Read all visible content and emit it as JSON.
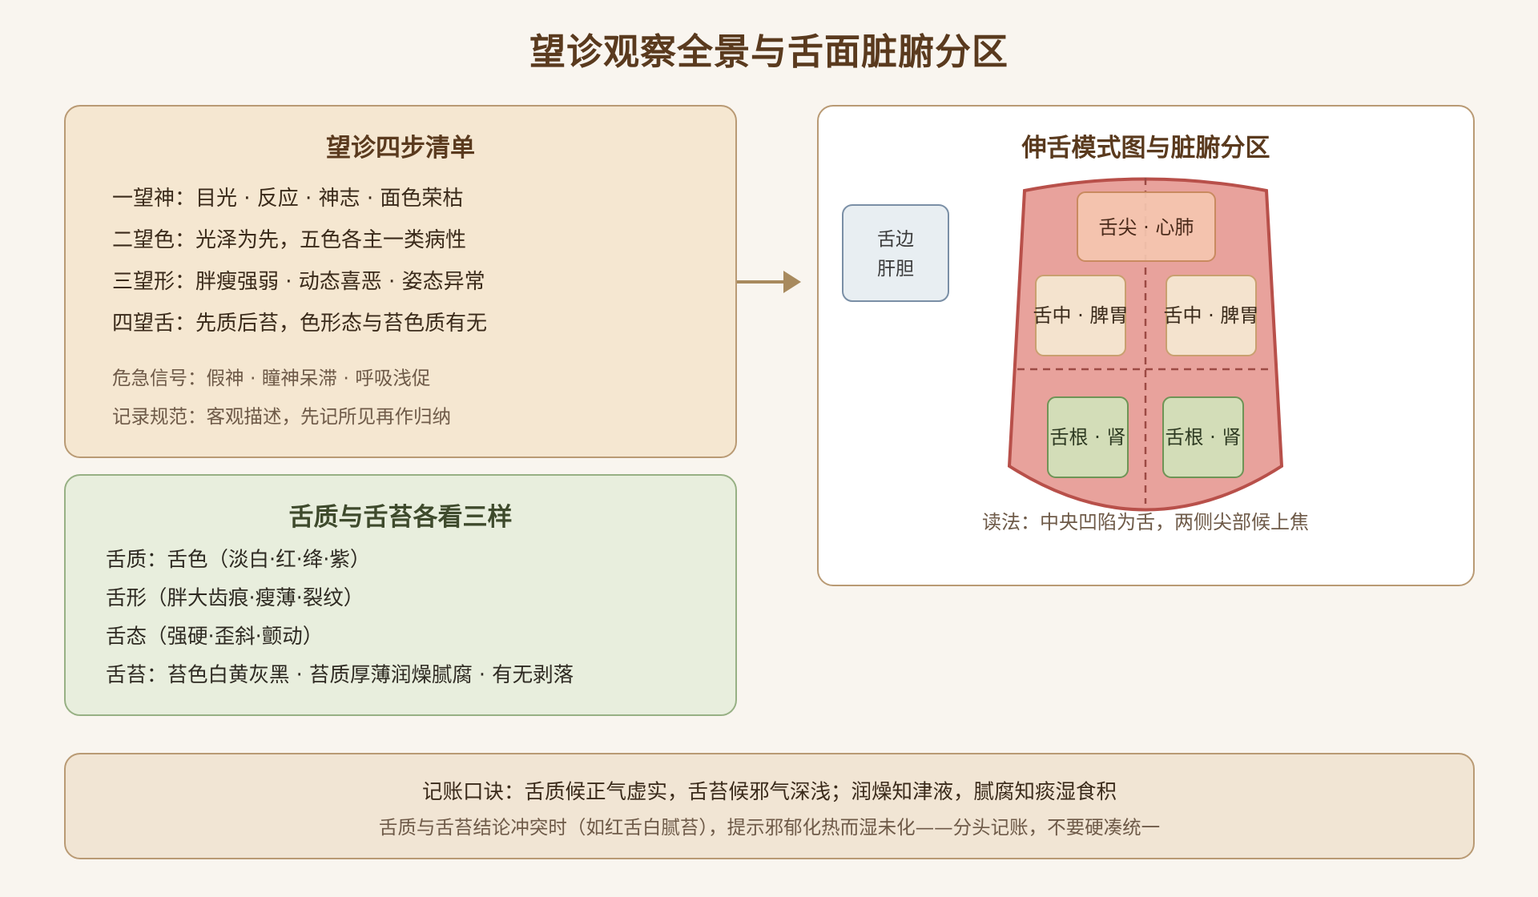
{
  "title": "望诊观察全景与舌面脏腑分区",
  "steps_panel": {
    "title": "望诊四步清单",
    "items": [
      "一望神：目光 · 反应 · 神志 · 面色荣枯",
      "二望色：光泽为先，五色各主一类病性",
      "三望形：胖瘦强弱 · 动态喜恶 · 姿态异常",
      "四望舌：先质后苔，色形态与苔色质有无"
    ],
    "notes": [
      "危急信号：假神 · 瞳神呆滞 · 呼吸浅促",
      "记录规范：客观描述，先记所见再作归纳"
    ]
  },
  "tongue_panel": {
    "title": "舌质与舌苔各看三样",
    "items": [
      "舌质：舌色（淡白·红·绛·紫）",
      "舌形（胖大齿痕·瘦薄·裂纹）",
      "舌态（强硬·歪斜·颤动）",
      "舌苔：苔色白黄灰黑 · 苔质厚薄润燥腻腐 · 有无剥落"
    ]
  },
  "map_panel": {
    "title": "伸舌模式图与脏腑分区",
    "side_label_line1": "舌边",
    "side_label_line2": "肝胆",
    "zones": {
      "tip": "舌尖 · 心肺",
      "middle_left": "舌中 · 脾胃",
      "middle_right": "舌中 · 脾胃",
      "root_left": "舌根 · 肾",
      "root_right": "舌根 · 肾"
    },
    "reading_note": "读法：中央凹陷为舌，两侧尖部候上焦"
  },
  "rhyme_panel": {
    "main": "记账口诀：舌质候正气虚实，舌苔候邪气深浅；润燥知津液，腻腐知痰湿食积",
    "sub": "舌质与舌苔结论冲突时（如红舌白腻苔），提示邪郁化热而湿未化——分头记账，不要硬凑统一"
  },
  "colors": {
    "background": "#f9f5ef",
    "title": "#5a3a1e",
    "steps_fill": "#f5e7d1",
    "tongue_fill": "#e8eedd",
    "tongue_body": "#e8a29c",
    "tongue_outline": "#b8504a",
    "tip_zone": "#f4c6b0",
    "middle_zone": "#f4e3ce",
    "root_zone": "#d3ddb8",
    "side_zone": "#e8eef2",
    "arrow": "#a88a5e"
  }
}
